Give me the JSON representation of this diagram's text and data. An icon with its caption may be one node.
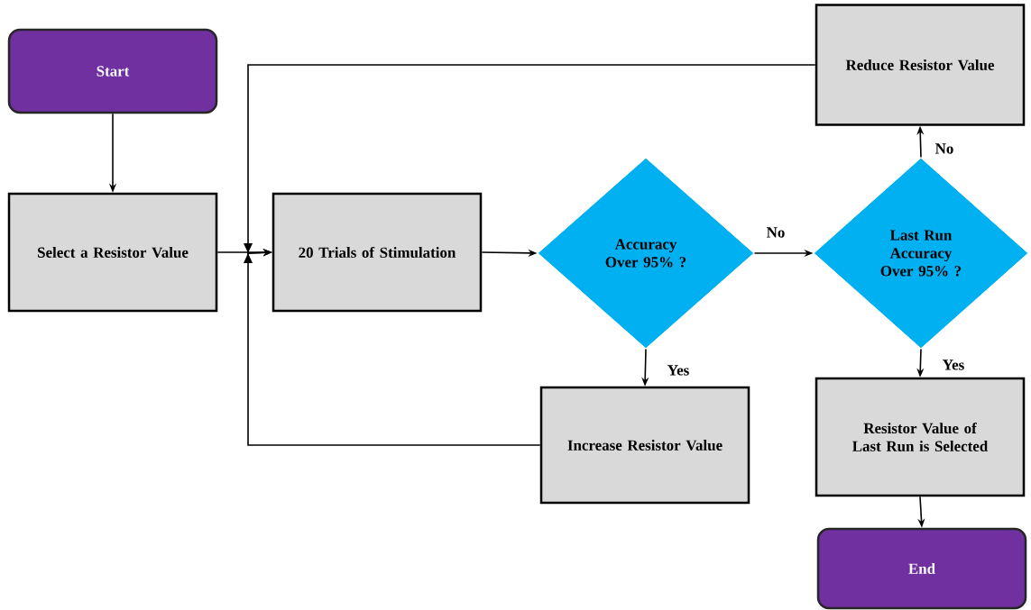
{
  "diagram": {
    "nodes": [
      {
        "text": [
          "Start"
        ]
      },
      {
        "text": [
          "Select a Resistor Value"
        ]
      },
      {
        "text": [
          "20 Trials of Stimulation"
        ]
      },
      {
        "text": [
          "Accuracy Over 95% ?"
        ]
      },
      {
        "text": [
          "Reduce Resistor Value"
        ]
      },
      {
        "text": [
          "Last Run Accuracy Over 95% ?"
        ]
      },
      {
        "text": [
          "Increase Resistor Value"
        ]
      },
      {
        "text": [
          "Resistor Value of Last Run is Selected"
        ]
      },
      {
        "text": [
          "End"
        ]
      }
    ],
    "edges": [
      {
        "from": 0,
        "to": 1,
        "arrow": "to"
      },
      {
        "from": 1,
        "to": 2,
        "arrow": "to"
      },
      {
        "from": 2,
        "to": 3,
        "arrow": "to"
      },
      {
        "from": 3,
        "to": 5,
        "arrow": "to",
        "label": "No"
      },
      {
        "from": 3,
        "to": 6,
        "arrow": "to",
        "label": "Yes"
      },
      {
        "from": 6,
        "to": 2,
        "arrow": "to"
      },
      {
        "from": 5,
        "to": 4,
        "arrow": "to",
        "label": "No"
      },
      {
        "from": 4,
        "to": 2,
        "arrow": "to"
      },
      {
        "from": 5,
        "to": 7,
        "arrow": "to",
        "label": "Yes"
      },
      {
        "from": 7,
        "to": 8,
        "arrow": "to"
      }
    ]
  }
}
